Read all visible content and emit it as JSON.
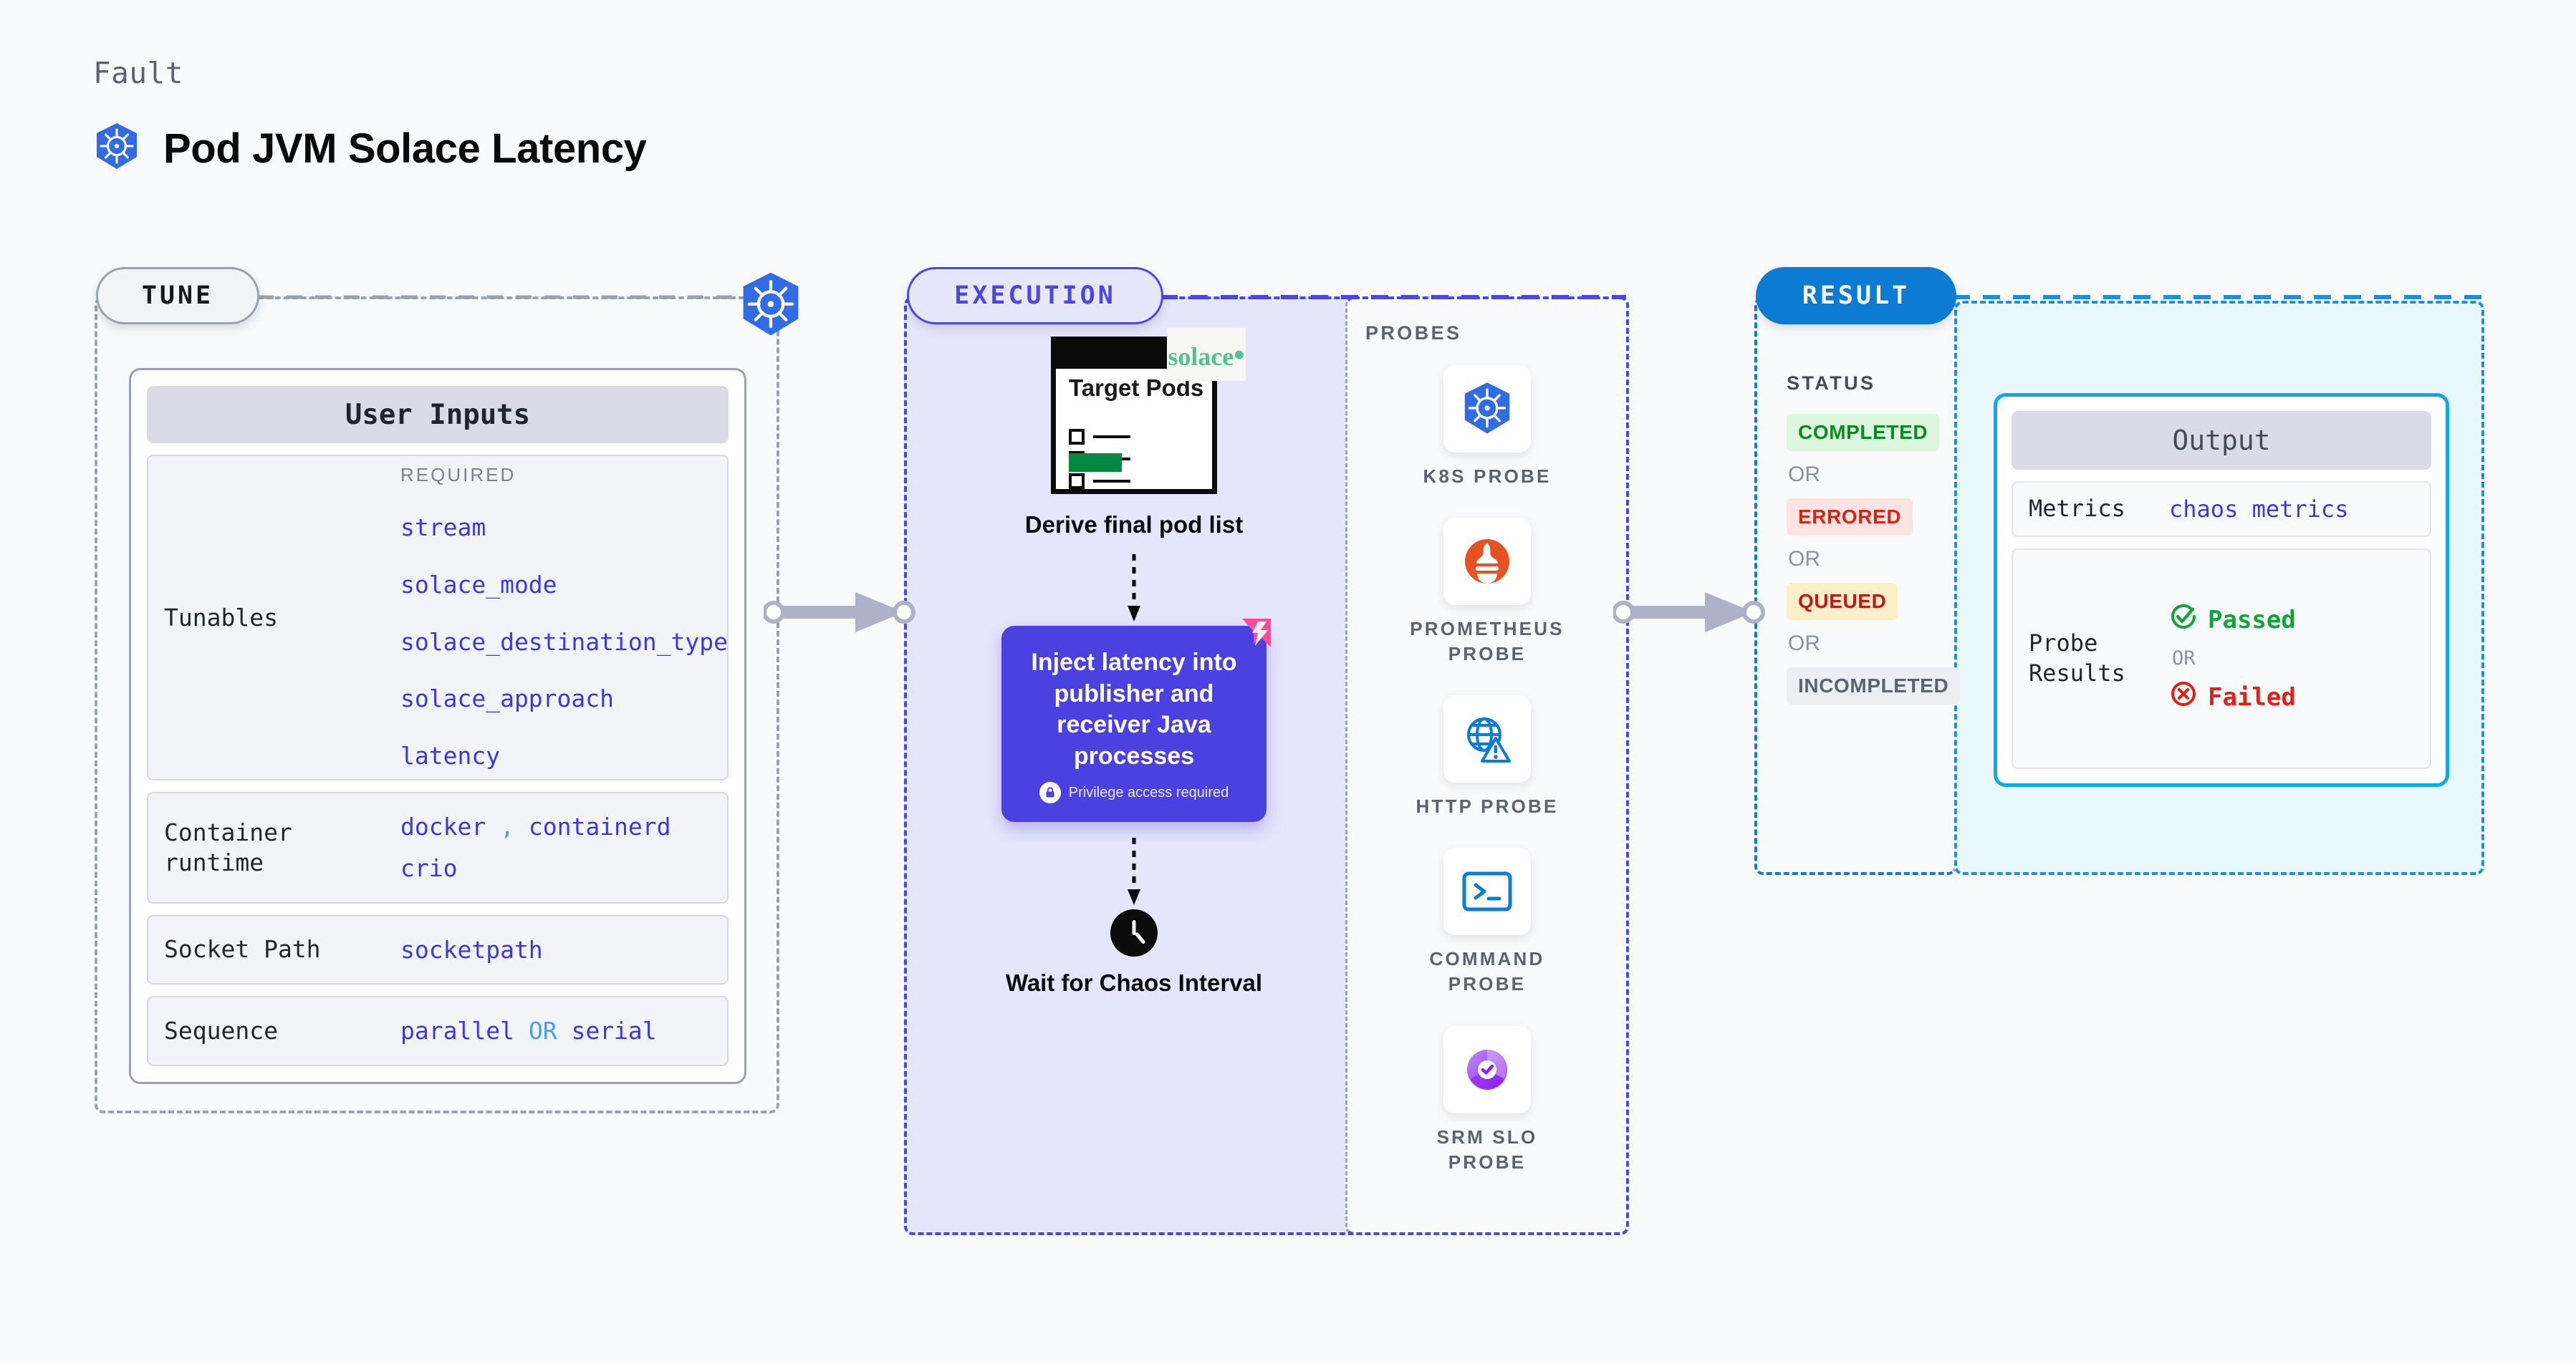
{
  "header": {
    "kicker": "Fault",
    "title": "Pod JVM Solace Latency",
    "icon": "kubernetes-icon"
  },
  "stages": {
    "tune_label": "TUNE",
    "execution_label": "EXECUTION",
    "result_label": "RESULT"
  },
  "tune": {
    "card_title": "User Inputs",
    "required_label": "REQUIRED",
    "tunables_label": "Tunables",
    "tunables": [
      "stream",
      "solace_mode",
      "solace_destination_type",
      "solace_approach",
      "latency"
    ],
    "rows": [
      {
        "label": "Container runtime",
        "values": [
          "docker",
          ",",
          "containerd",
          "crio"
        ]
      },
      {
        "label": "Socket Path",
        "values": [
          "socketpath"
        ]
      },
      {
        "label": "Sequence",
        "values": [
          "parallel",
          "OR",
          "serial"
        ]
      }
    ],
    "container_runtime_label": "Container runtime",
    "container_runtime_a": "docker",
    "container_runtime_sep": ",",
    "container_runtime_b": "containerd",
    "container_runtime_c": "crio",
    "socket_path_label": "Socket Path",
    "socket_path_value": "socketpath",
    "sequence_label": "Sequence",
    "sequence_a": "parallel",
    "sequence_or": "OR",
    "sequence_b": "serial"
  },
  "execution": {
    "doc_title": "Target Pods",
    "doc_brand": "solace",
    "step1_caption": "Derive final pod list",
    "inject_title": "Inject latency into publisher and receiver Java processes",
    "inject_privilege": "Privilege access required",
    "wait_caption": "Wait for Chaos Interval"
  },
  "probes": {
    "title": "PROBES",
    "items": [
      {
        "name": "K8S PROBE",
        "icon": "kubernetes-icon"
      },
      {
        "name": "PROMETHEUS PROBE",
        "icon": "prometheus-icon"
      },
      {
        "name": "HTTP PROBE",
        "icon": "globe-warning-icon"
      },
      {
        "name": "COMMAND PROBE",
        "icon": "terminal-icon"
      },
      {
        "name": "SRM SLO PROBE",
        "icon": "slo-donut-icon"
      }
    ]
  },
  "result": {
    "status_title": "STATUS",
    "or_label": "OR",
    "statuses": [
      {
        "label": "COMPLETED",
        "color": "#0a8b22"
      },
      {
        "label": "ERRORED",
        "color": "#d02718"
      },
      {
        "label": "QUEUED",
        "color": "#c2181b"
      },
      {
        "label": "INCOMPLETED",
        "color": "#5b6272"
      }
    ]
  },
  "output": {
    "card_title": "Output",
    "metrics_label": "Metrics",
    "metrics_value": "chaos metrics",
    "probe_results_label": "Probe Results",
    "passed_label": "Passed",
    "or_label": "OR",
    "failed_label": "Failed"
  },
  "colors": {
    "page_bg": "#f8fafc",
    "tune_accent": "#9aa1b0",
    "execution_accent": "#4b46e5",
    "result_accent": "#0d7ad4",
    "output_accent": "#11a7e8",
    "code_blue": "#3d37e0",
    "k8s_blue": "#326ce5"
  }
}
